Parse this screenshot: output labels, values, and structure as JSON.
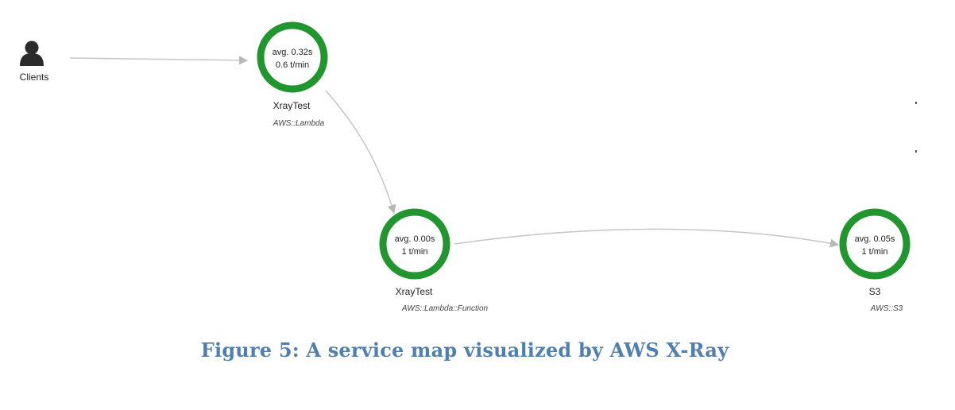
{
  "clients": {
    "label": "Clients",
    "icon": "user-icon"
  },
  "nodes": [
    {
      "id": "lambda",
      "stat_avg": "avg. 0.32s",
      "stat_rate": "0.6 t/min",
      "name": "XrayTest",
      "type": "AWS::Lambda",
      "ring_color": "#21962f"
    },
    {
      "id": "function",
      "stat_avg": "avg. 0.00s",
      "stat_rate": "1 t/min",
      "name": "XrayTest",
      "type": "AWS::Lambda::Function",
      "ring_color": "#21962f"
    },
    {
      "id": "s3",
      "stat_avg": "avg. 0.05s",
      "stat_rate": "1 t/min",
      "name": "S3",
      "type": "AWS::S3",
      "ring_color": "#21962f"
    }
  ],
  "edges": [
    {
      "from": "clients",
      "to": "lambda"
    },
    {
      "from": "lambda",
      "to": "function"
    },
    {
      "from": "function",
      "to": "s3"
    }
  ],
  "caption": "Figure 5: A service map visualized by AWS X-Ray"
}
